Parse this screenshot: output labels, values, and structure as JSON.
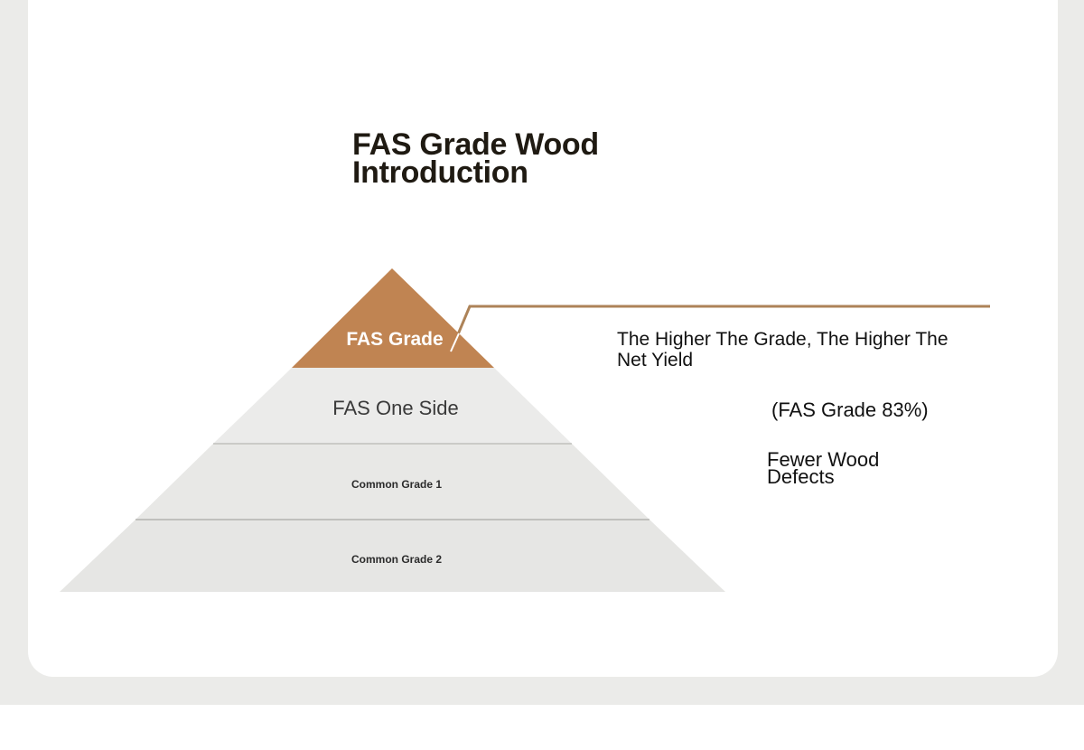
{
  "title": "FAS Grade Wood Introduction",
  "pyramid": {
    "tiers": [
      {
        "label": "FAS Grade",
        "color": "#c08452"
      },
      {
        "label": "FAS One Side",
        "color": "#ebebea"
      },
      {
        "label": "Common Grade 1",
        "color": "#e8e8e6"
      },
      {
        "label": "Common Grade 2",
        "color": "#e6e6e4"
      }
    ],
    "accent_color": "#ad8358"
  },
  "notes": {
    "yield": "The Higher The Grade, The Higher The Net Yield",
    "percent": "(FAS Grade 83%)",
    "defects": "Fewer Wood Defects"
  }
}
